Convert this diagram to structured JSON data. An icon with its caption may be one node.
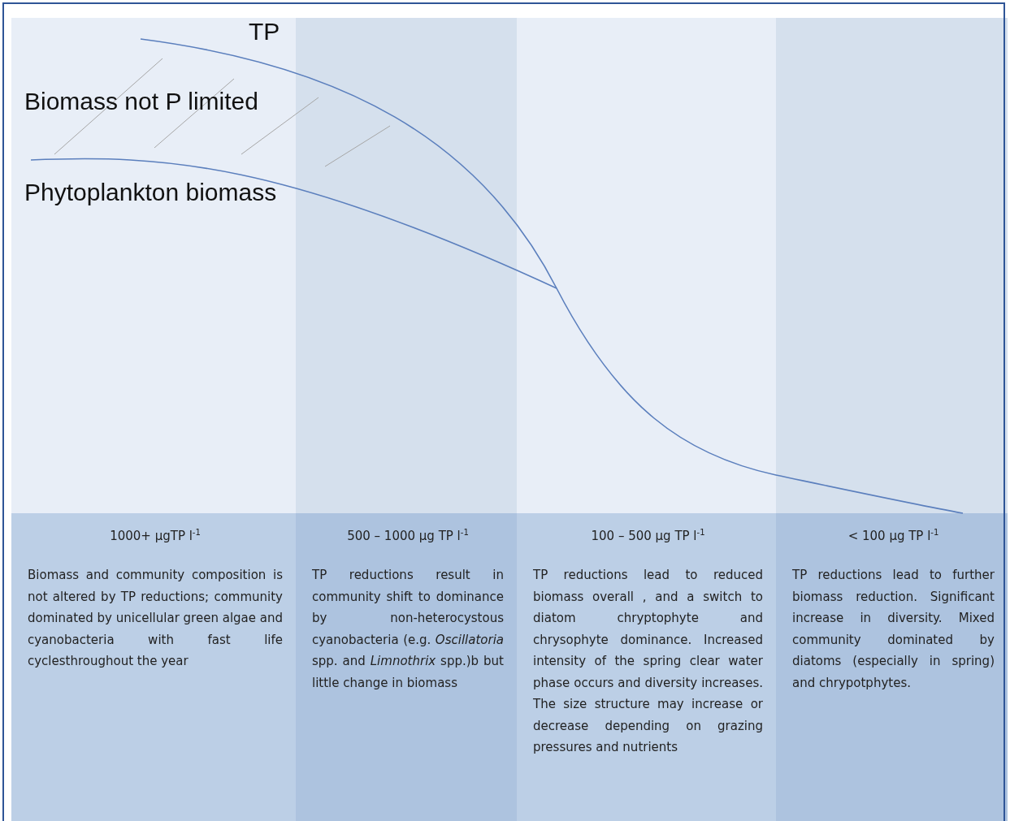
{
  "diagram": {
    "nodes": [
      {
        "text": [
          "1000+ µgTP l$^{-1}$",
          "Biomass and community composition is not altered by TP reductions; community dominated by unicellular green algae and cyanobacteria with fast life cyclesthroughout the year"
        ]
      },
      {
        "text": [
          "500 – 1000 µg TP l$^{-1}$",
          "TP reductions result in community shift to dominance by non-heterocystous cyanobacteria (e.g. *Oscillatoria* spp. and *Limnothrix* spp.)b but little change in biomass"
        ]
      },
      {
        "text": [
          "100 – 500 µg TP l$^{-1}$",
          "TP reductions lead to reduced biomass overall , and a switch to diatom chryptophyte and chrysophyte dominance. Increased intensity of the spring clear water phase occurs and diversity increases. The size structure may increase or decrease depending on grazing pressures and nutrients"
        ]
      },
      {
        "text": [
          "< 100 µg TP l$^{-1}$",
          "TP reductions lead to further biomass reduction. Significant increase in diversity. Mixed community dominated by diatoms (especially in spring) and chrypotphytes."
        ]
      }
    ],
    "labels": [
      "TP",
      "Biomass not P limited",
      "Phytoplankton biomass"
    ]
  }
}
